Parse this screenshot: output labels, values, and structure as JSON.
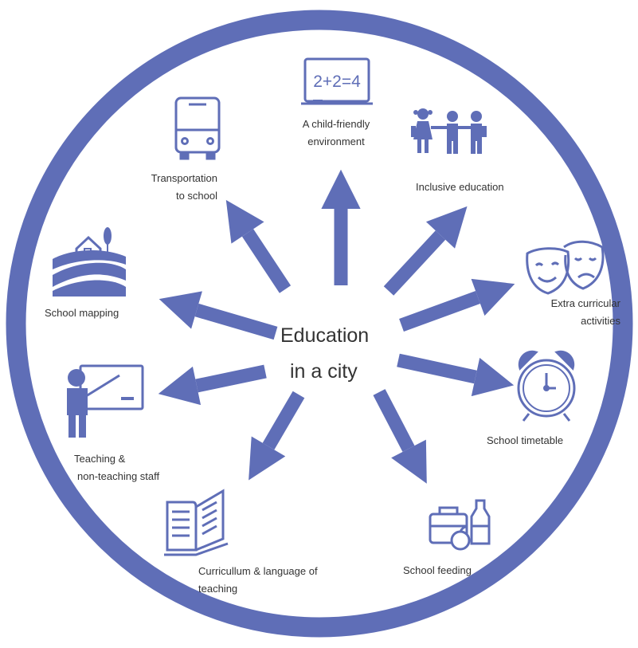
{
  "center": {
    "line1": "Education",
    "line2": "in a city"
  },
  "items": {
    "child_friendly": {
      "line1": "A child-friendly",
      "line2": "environment",
      "board_text": "2+2=4"
    },
    "inclusive": {
      "line1": "Inclusive education"
    },
    "extra": {
      "line1": "Extra curricular",
      "line2": "activities"
    },
    "timetable": {
      "line1": "School timetable"
    },
    "feeding": {
      "line1": "School feeding"
    },
    "curriculum": {
      "line1": "Curricullum & language of",
      "line2": "teaching"
    },
    "staff": {
      "line1": "Teaching &",
      "line2": "non-teaching staff"
    },
    "mapping": {
      "line1": "School mapping"
    },
    "transport": {
      "line1": "Transportation",
      "line2": "to school"
    }
  },
  "colors": {
    "accent": "#5f6eb7",
    "text": "#333333",
    "background": "#ffffff"
  },
  "icons": [
    "chalkboard-icon",
    "children-icon",
    "theater-masks-icon",
    "alarm-clock-icon",
    "lunchbox-icon",
    "open-book-icon",
    "teacher-icon",
    "house-hills-icon",
    "bus-icon"
  ]
}
